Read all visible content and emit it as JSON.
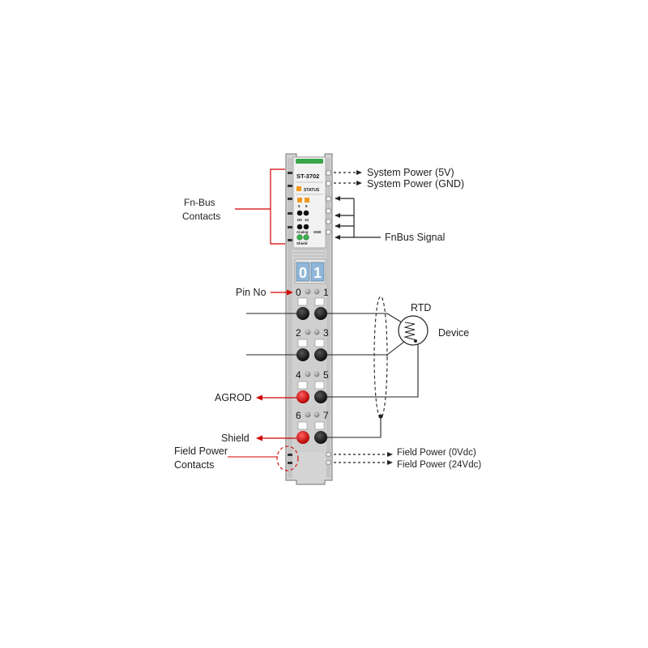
{
  "module": {
    "model": "ST-3702",
    "status_label": "STATUS",
    "led_labels": [
      "5",
      "6",
      "D0",
      "10",
      "Analog",
      "GND",
      "Shield"
    ],
    "channel_digits": [
      "0",
      "1"
    ],
    "pin_numbers": [
      "0",
      "1",
      "2",
      "3",
      "4",
      "5",
      "6",
      "7"
    ]
  },
  "labels": {
    "fn_bus_contacts": [
      "Fn-Bus",
      "Contacts"
    ],
    "system_power_5v": "System Power (5V)",
    "system_power_gnd": "System Power (GND)",
    "fnbus_signal": "FnBus Signal",
    "pin_no": "Pin No",
    "rtd": "RTD",
    "device": "Device",
    "agrod": "AGROD",
    "shield": "Shield",
    "field_power_contacts": [
      "Field Power",
      "Contacts"
    ],
    "field_power_0v": "Field Power (0Vdc)",
    "field_power_24v": "Field Power (24Vdc)"
  },
  "colors": {
    "module_body": "#d4d4d4",
    "module_edge": "#8a8a8a",
    "top_stripe": "#3aa64a",
    "status_led": "#f39a1e",
    "shield_led": "#3fb24f",
    "connector_black": "#1a1a1a",
    "connector_red": "#e00000",
    "channel_window": "#8fb6d8",
    "callout_red": "#d40000",
    "wire": "#222222"
  }
}
